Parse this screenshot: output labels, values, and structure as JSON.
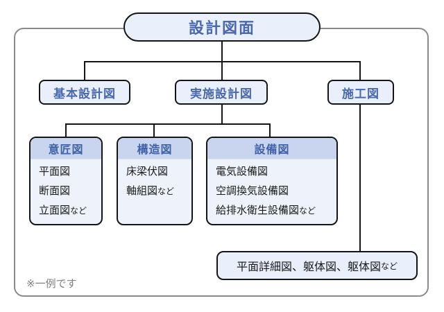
{
  "colors": {
    "node_fill": "#e9effb",
    "group_body_fill": "#edf2fb",
    "group_header_fill": "#c9d5ee",
    "accent_blue_text": "#4a68ad",
    "connector_line": "#141414",
    "outer_frame_border": "#8a8a8a",
    "note_gray": "#808080"
  },
  "root": {
    "label": "設計図面"
  },
  "level2": [
    {
      "label": "基本設計図"
    },
    {
      "label": "実施設計図"
    },
    {
      "label": "施工図"
    }
  ],
  "groups": [
    {
      "title": "意匠図",
      "items": [
        {
          "text": "平面図",
          "suffix": ""
        },
        {
          "text": "断面図",
          "suffix": ""
        },
        {
          "text": "立面図",
          "suffix": "など"
        }
      ]
    },
    {
      "title": "構造図",
      "items": [
        {
          "text": "床梁伏図",
          "suffix": ""
        },
        {
          "text": "軸組図",
          "suffix": "など"
        }
      ]
    },
    {
      "title": "設備図",
      "items": [
        {
          "text": "電気設備図",
          "suffix": ""
        },
        {
          "text": "空調換気設備図",
          "suffix": ""
        },
        {
          "text": "給排水衛生設備図",
          "suffix": "など"
        }
      ]
    }
  ],
  "construction_detail": {
    "text": "平面詳細図、躯体図、躯体図",
    "suffix": "など"
  },
  "note": "※一例です"
}
